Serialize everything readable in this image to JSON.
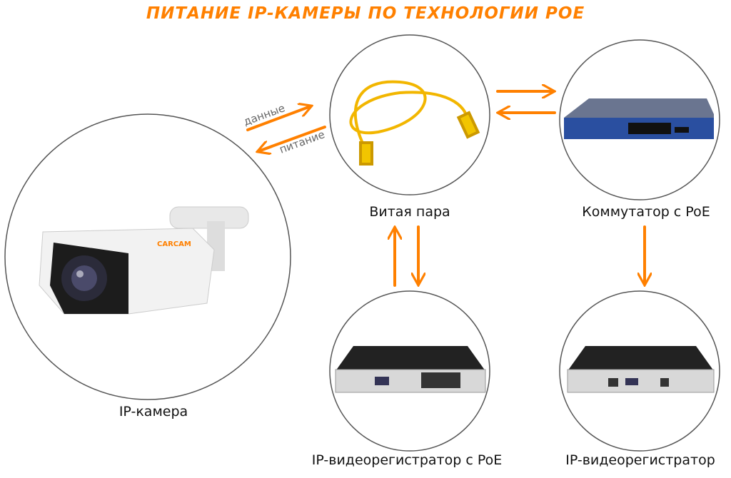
{
  "title": "ПИТАНИЕ IP-КАМЕРЫ ПО ТЕХНОЛОГИИ POE",
  "nodes": {
    "camera": {
      "label": "IP-камера",
      "brand": "CARCAM",
      "icon": "bullet-camera"
    },
    "cable": {
      "label": "Витая пара",
      "icon": "ethernet-cable"
    },
    "switch": {
      "label": "Коммутатор с PoE",
      "icon": "poe-switch"
    },
    "nvr_poe": {
      "label": "IP-видеорегистратор с PoE",
      "icon": "nvr-with-poe-ports"
    },
    "nvr": {
      "label": "IP-видеорегистратор",
      "icon": "nvr"
    }
  },
  "arrows": {
    "data_label": "данные",
    "power_label": "питание"
  },
  "colors": {
    "accent": "#ff8000",
    "circle": "#555555"
  }
}
